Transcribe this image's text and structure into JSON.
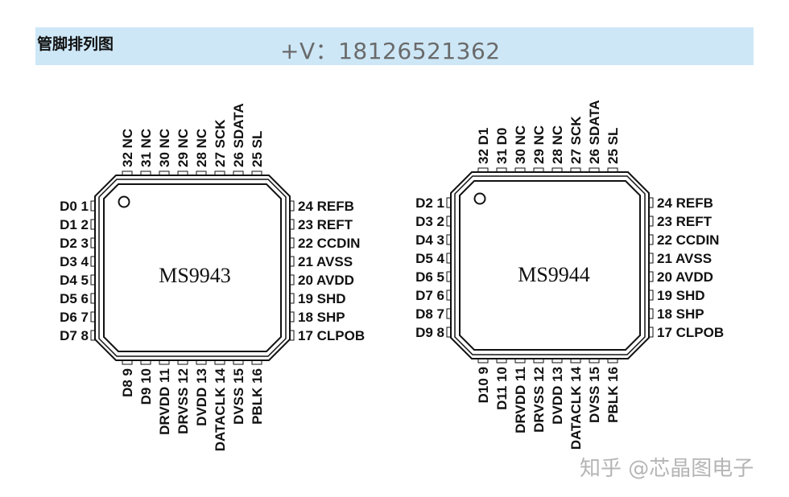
{
  "header": {
    "title": "管脚排列图",
    "contact": "+V：18126521362"
  },
  "watermark": "知乎 @芯晶图电子",
  "chips": [
    {
      "name": "MS9943",
      "left_pins": [
        [
          "1",
          "D0"
        ],
        [
          "2",
          "D1"
        ],
        [
          "3",
          "D2"
        ],
        [
          "4",
          "D3"
        ],
        [
          "5",
          "D4"
        ],
        [
          "6",
          "D5"
        ],
        [
          "7",
          "D6"
        ],
        [
          "8",
          "D7"
        ]
      ],
      "bottom_pins": [
        [
          "9",
          "D8"
        ],
        [
          "10",
          "D9"
        ],
        [
          "11",
          "DRVDD"
        ],
        [
          "12",
          "DRVSS"
        ],
        [
          "13",
          "DVDD"
        ],
        [
          "14",
          "DATACLK"
        ],
        [
          "15",
          "DVSS"
        ],
        [
          "16",
          "PBLK"
        ]
      ],
      "right_pins": [
        [
          "24",
          "REFB"
        ],
        [
          "23",
          "REFT"
        ],
        [
          "22",
          "CCDIN"
        ],
        [
          "21",
          "AVSS"
        ],
        [
          "20",
          "AVDD"
        ],
        [
          "19",
          "SHD"
        ],
        [
          "18",
          "SHP"
        ],
        [
          "17",
          "CLPOB"
        ]
      ],
      "top_pins": [
        [
          "32",
          "NC"
        ],
        [
          "31",
          "NC"
        ],
        [
          "30",
          "NC"
        ],
        [
          "29",
          "NC"
        ],
        [
          "28",
          "NC"
        ],
        [
          "27",
          "SCK"
        ],
        [
          "26",
          "SDATA"
        ],
        [
          "25",
          "SL"
        ]
      ]
    },
    {
      "name": "MS9944",
      "left_pins": [
        [
          "1",
          "D2"
        ],
        [
          "2",
          "D3"
        ],
        [
          "3",
          "D4"
        ],
        [
          "4",
          "D5"
        ],
        [
          "5",
          "D6"
        ],
        [
          "6",
          "D7"
        ],
        [
          "7",
          "D8"
        ],
        [
          "8",
          "D9"
        ]
      ],
      "bottom_pins": [
        [
          "9",
          "D10"
        ],
        [
          "10",
          "D11"
        ],
        [
          "11",
          "DRVDD"
        ],
        [
          "12",
          "DRVSS"
        ],
        [
          "13",
          "DVDD"
        ],
        [
          "14",
          "DATACLK"
        ],
        [
          "15",
          "DVSS"
        ],
        [
          "16",
          "PBLK"
        ]
      ],
      "right_pins": [
        [
          "24",
          "REFB"
        ],
        [
          "23",
          "REFT"
        ],
        [
          "22",
          "CCDIN"
        ],
        [
          "21",
          "AVSS"
        ],
        [
          "20",
          "AVDD"
        ],
        [
          "19",
          "SHD"
        ],
        [
          "18",
          "SHP"
        ],
        [
          "17",
          "CLPOB"
        ]
      ],
      "top_pins": [
        [
          "32",
          "D1"
        ],
        [
          "31",
          "D0"
        ],
        [
          "30",
          "NC"
        ],
        [
          "29",
          "NC"
        ],
        [
          "28",
          "NC"
        ],
        [
          "27",
          "SCK"
        ],
        [
          "26",
          "SDATA"
        ],
        [
          "25",
          "SL"
        ]
      ]
    }
  ]
}
